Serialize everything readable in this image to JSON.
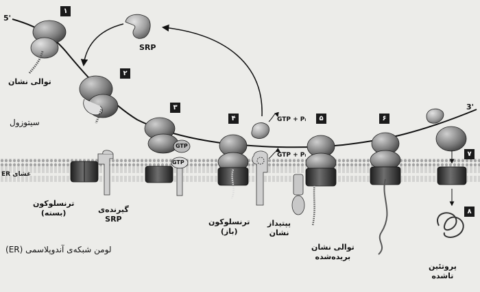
{
  "labels": {
    "five_prime": "5'",
    "three_prime": "3'",
    "signal_sequence": "توالی نشان",
    "srp": "SRP",
    "cytosol": "سیتوزول",
    "er_membrane": "غشای ER",
    "translocon_closed_1": "ترنسلوکون",
    "translocon_closed_2": "(بسته)",
    "srp_receptor_1": "گیرنده‌ی",
    "srp_receptor_2": "SRP",
    "translocon_open_1": "ترنسلوکون",
    "translocon_open_2": "(باز)",
    "signal_peptidase_1": "پپتیداز",
    "signal_peptidase_2": "نشان",
    "cleaved_signal_1": "توالی نشان",
    "cleaved_signal_2": "بریده‌شده",
    "folded_protein_1": "پروتئین",
    "folded_protein_2": "تاشده",
    "er_lumen": "لومن شبکه‌ی آندوپلاسمی (ER)",
    "gtp_pi": "GTP + Pᵢ",
    "gtp": "GTP"
  },
  "steps": [
    "۱",
    "۲",
    "۳",
    "۴",
    "۵",
    "۶",
    "۷",
    "۸"
  ],
  "colors": {
    "background": "#ecece9",
    "ribosome": "#8a8a8a",
    "translocon": "#3e3e3e",
    "receptor": "#d0d0d0",
    "membrane": "#bdbdbd"
  }
}
